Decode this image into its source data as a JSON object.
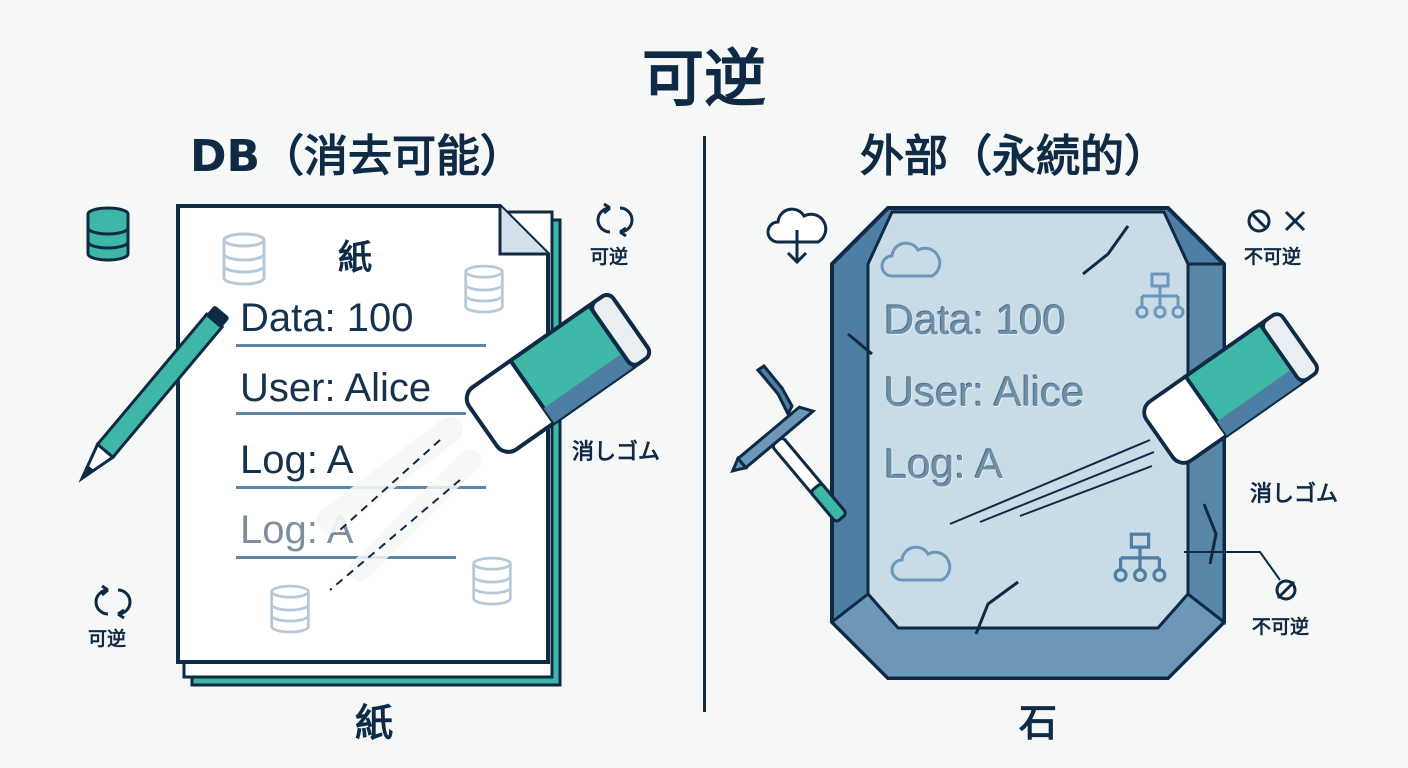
{
  "title": "可逆",
  "left": {
    "heading": "DB（消去可能）",
    "paper_label": "紙",
    "bottom_label": "紙",
    "entries": [
      "Data: 100",
      "User: Alice",
      "Log: A",
      "Log: A"
    ],
    "reversible_top": "可逆",
    "reversible_bottom": "可逆",
    "eraser_label": "消しゴム",
    "colors": {
      "accent": "#3fb7a6",
      "line": "#5a86a8",
      "ink": "#0f2a44"
    }
  },
  "right": {
    "heading": "外部（永続的）",
    "bottom_label": "石",
    "entries": [
      "Data: 100",
      "User: Alice",
      "Log: A"
    ],
    "irreversible_top": "不可逆",
    "irreversible_bottom": "不可逆",
    "eraser_label": "消しゴム",
    "colors": {
      "stone": "#c9dbe7",
      "stone_edge": "#4e7ea3"
    }
  },
  "icons": [
    "database-icon",
    "pencil-icon",
    "eraser-icon",
    "cycle-arrows-icon",
    "cloud-download-icon",
    "cloud-icon",
    "network-icon",
    "hammer-icon",
    "chisel-icon",
    "no-entry-icon",
    "cross-icon"
  ]
}
